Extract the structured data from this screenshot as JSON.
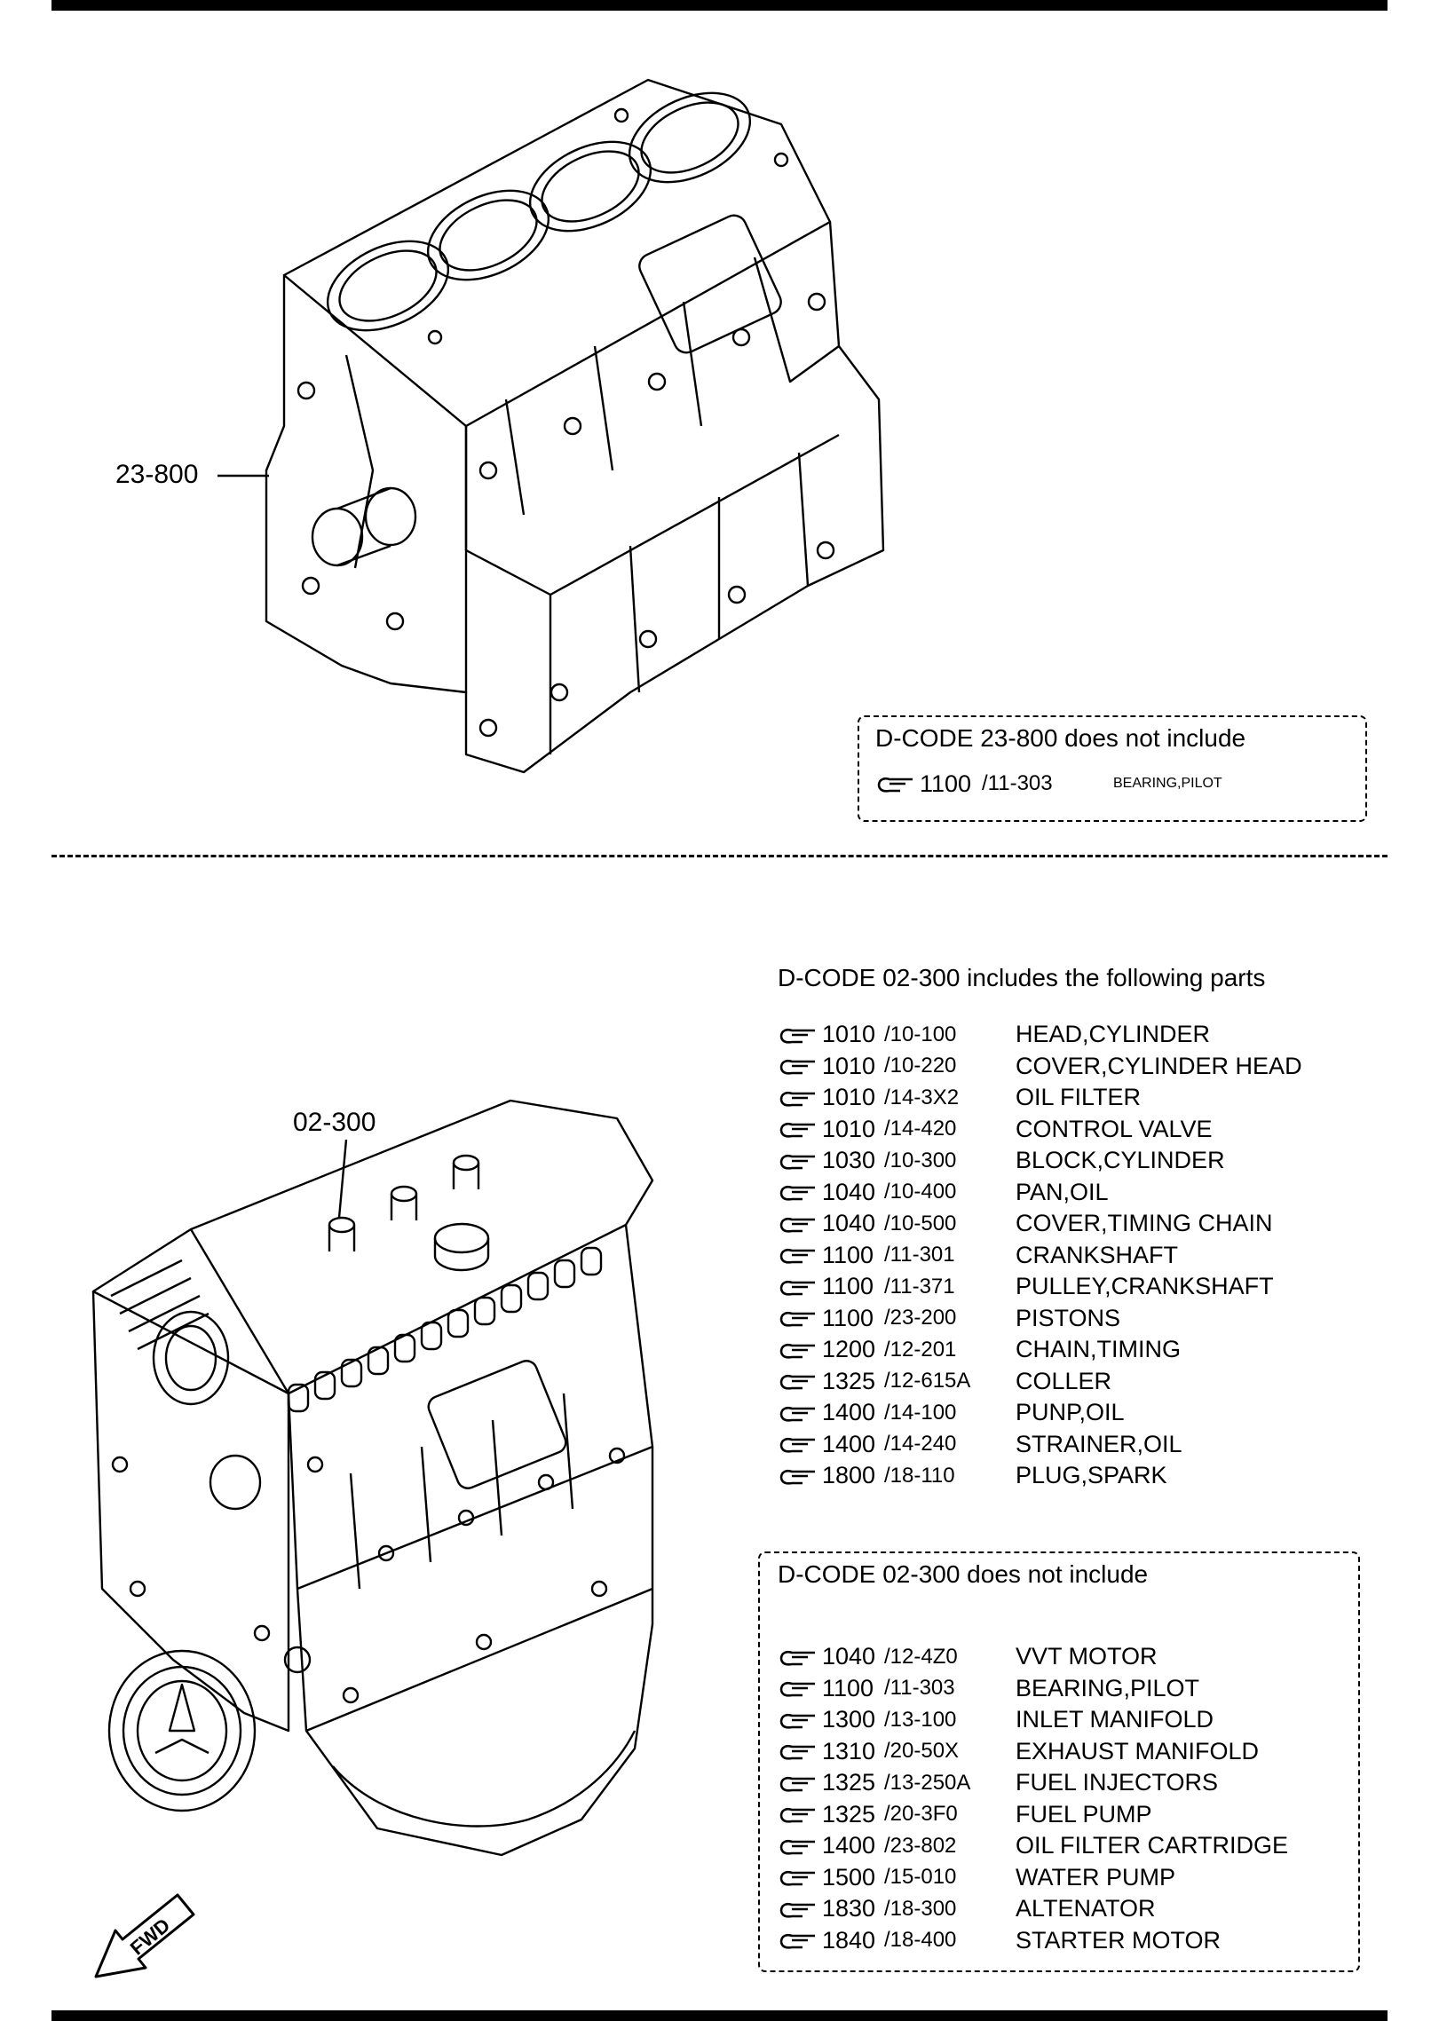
{
  "block_section": {
    "callout": "23-800",
    "exclusion": {
      "heading": "D-CODE 23-800 does not include",
      "items": [
        {
          "dcode": "1100",
          "subcode": "/11-303",
          "name": "BEARING,PILOT"
        }
      ]
    }
  },
  "engine_section": {
    "callout": "02-300",
    "includes": {
      "heading": "D-CODE 02-300 includes the following parts",
      "items": [
        {
          "dcode": "1010",
          "subcode": "/10-100",
          "name": "HEAD,CYLINDER"
        },
        {
          "dcode": "1010",
          "subcode": "/10-220",
          "name": "COVER,CYLINDER HEAD"
        },
        {
          "dcode": "1010",
          "subcode": "/14-3X2",
          "name": "OIL FILTER"
        },
        {
          "dcode": "1010",
          "subcode": "/14-420",
          "name": "CONTROL VALVE"
        },
        {
          "dcode": "1030",
          "subcode": "/10-300",
          "name": "BLOCK,CYLINDER"
        },
        {
          "dcode": "1040",
          "subcode": "/10-400",
          "name": "PAN,OIL"
        },
        {
          "dcode": "1040",
          "subcode": "/10-500",
          "name": "COVER,TIMING CHAIN"
        },
        {
          "dcode": "1100",
          "subcode": "/11-301",
          "name": "CRANKSHAFT"
        },
        {
          "dcode": "1100",
          "subcode": "/11-371",
          "name": "PULLEY,CRANKSHAFT"
        },
        {
          "dcode": "1100",
          "subcode": "/23-200",
          "name": "PISTONS"
        },
        {
          "dcode": "1200",
          "subcode": "/12-201",
          "name": "CHAIN,TIMING"
        },
        {
          "dcode": "1325",
          "subcode": "/12-615A",
          "name": "COLLER"
        },
        {
          "dcode": "1400",
          "subcode": "/14-100",
          "name": "PUNP,OIL"
        },
        {
          "dcode": "1400",
          "subcode": "/14-240",
          "name": "STRAINER,OIL"
        },
        {
          "dcode": "1800",
          "subcode": "/18-110",
          "name": "PLUG,SPARK"
        }
      ]
    },
    "excludes": {
      "heading": "D-CODE 02-300 does not include",
      "items": [
        {
          "dcode": "1040",
          "subcode": "/12-4Z0",
          "name": "VVT MOTOR"
        },
        {
          "dcode": "1100",
          "subcode": "/11-303",
          "name": "BEARING,PILOT"
        },
        {
          "dcode": "1300",
          "subcode": "/13-100",
          "name": "INLET MANIFOLD"
        },
        {
          "dcode": "1310",
          "subcode": "/20-50X",
          "name": "EXHAUST MANIFOLD"
        },
        {
          "dcode": "1325",
          "subcode": "/13-250A",
          "name": "FUEL INJECTORS"
        },
        {
          "dcode": "1325",
          "subcode": "/20-3F0",
          "name": "FUEL PUMP"
        },
        {
          "dcode": "1400",
          "subcode": "/23-802",
          "name": "OIL FILTER CARTRIDGE"
        },
        {
          "dcode": "1500",
          "subcode": "/15-010",
          "name": "WATER PUMP"
        },
        {
          "dcode": "1830",
          "subcode": "/18-300",
          "name": "ALTENATOR"
        },
        {
          "dcode": "1840",
          "subcode": "/18-400",
          "name": "STARTER MOTOR"
        }
      ]
    }
  },
  "fwd_label": "FWD",
  "icons": {
    "reference": "pointing-hand-icon",
    "direction": "fwd-arrow-icon"
  }
}
